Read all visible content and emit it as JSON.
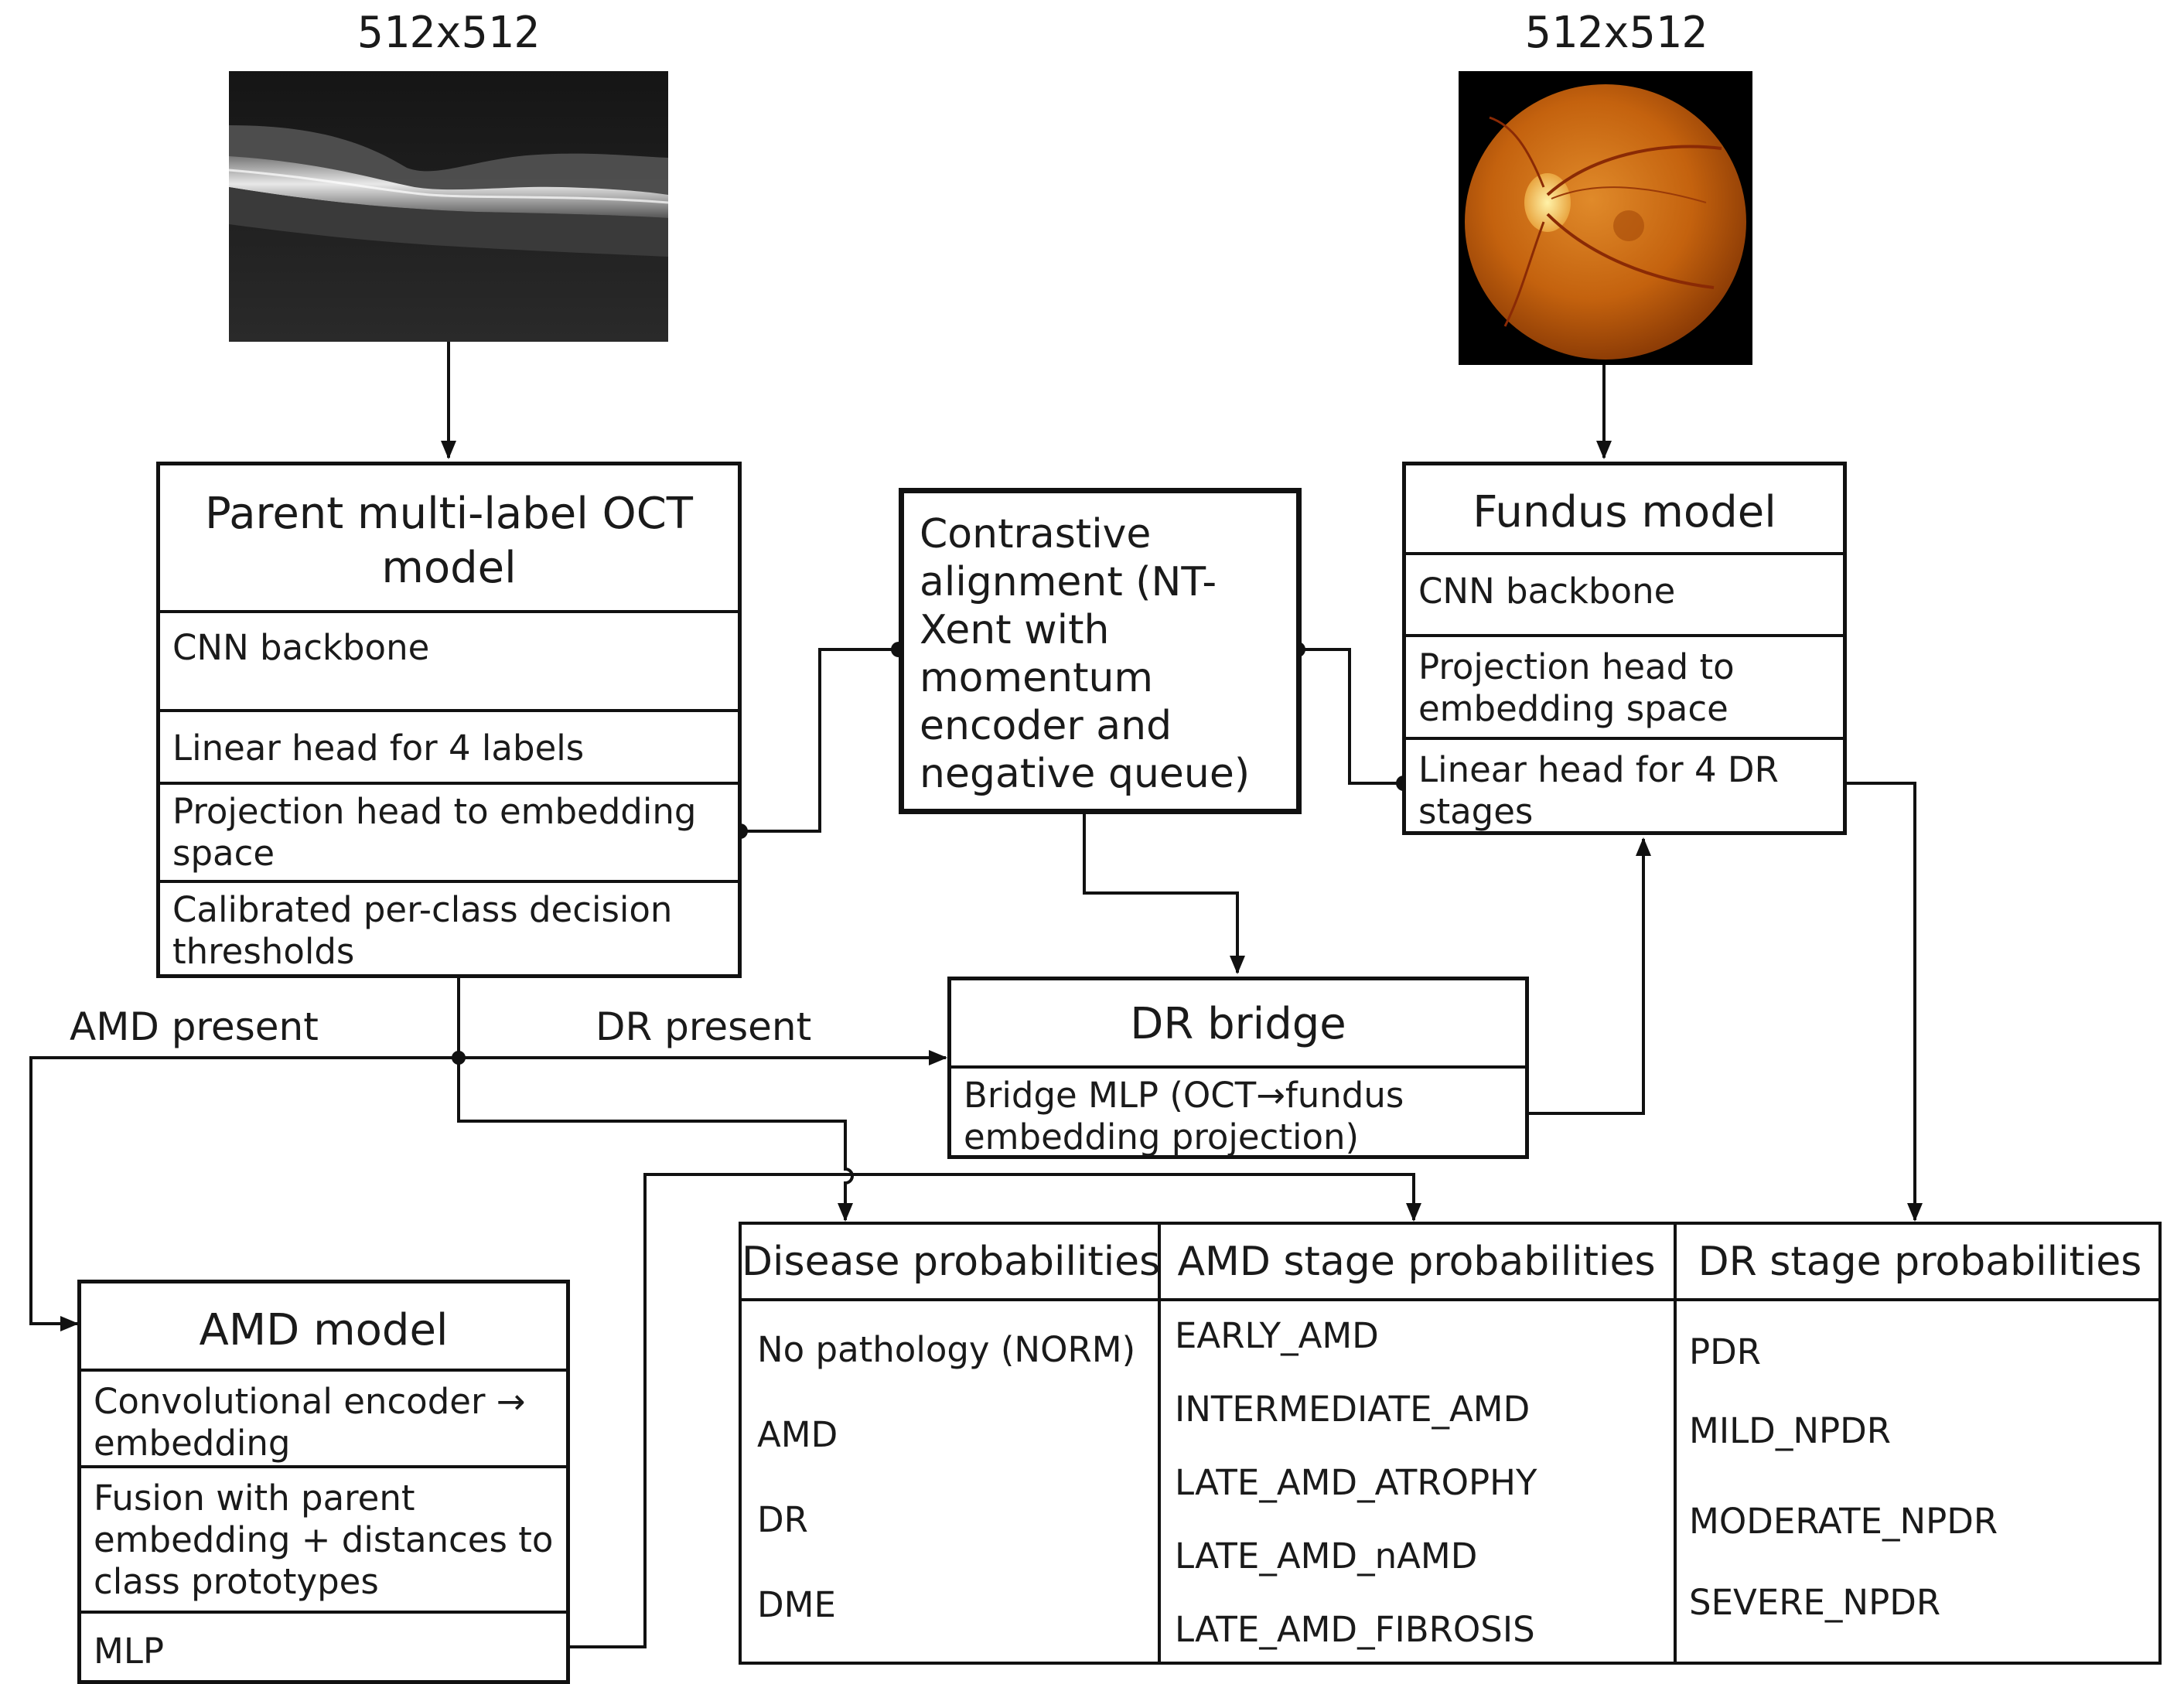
{
  "inputs": {
    "oct_size": "512x512",
    "fundus_size": "512x512"
  },
  "oct_model": {
    "title": "Parent multi-label OCT model",
    "rows": [
      "CNN backbone",
      "Linear head for 4 labels",
      "Projection head to embedding space",
      "Calibrated per-class decision thresholds"
    ]
  },
  "contrastive": {
    "text": "Contrastive alignment (NT-Xent with momentum encoder and negative queue)"
  },
  "fundus_model": {
    "title": "Fundus model",
    "rows": [
      "CNN backbone",
      "Projection head to embedding space",
      "Linear head for 4 DR stages"
    ]
  },
  "dr_bridge": {
    "title": "DR bridge",
    "rows": [
      "Bridge MLP (OCT→fundus embedding projection)"
    ]
  },
  "amd_model": {
    "title": "AMD model",
    "rows": [
      "Convolutional encoder → embedding",
      "Fusion with parent embedding + distances to class prototypes",
      "MLP"
    ]
  },
  "edge_labels": {
    "amd_present": "AMD present",
    "dr_present": "DR present"
  },
  "outputs": {
    "disease": {
      "header": "Disease probabilities",
      "items": [
        "No pathology (NORM)",
        "AMD",
        "DR",
        "DME"
      ]
    },
    "amd_stage": {
      "header": "AMD stage probabilities",
      "items": [
        "EARLY_AMD",
        "INTERMEDIATE_AMD",
        "LATE_AMD_ATROPHY",
        "LATE_AMD_nAMD",
        "LATE_AMD_FIBROSIS"
      ]
    },
    "dr_stage": {
      "header": "DR stage probabilities",
      "items": [
        "PDR",
        "MILD_NPDR",
        "MODERATE_NPDR",
        "SEVERE_NPDR"
      ]
    }
  },
  "colors": {
    "line": "#111111",
    "oct_bg": "#1a1a1a",
    "fundus_bg": "#000000",
    "fundus_retina": "#c4620e",
    "optic_disc": "#f5d070"
  }
}
